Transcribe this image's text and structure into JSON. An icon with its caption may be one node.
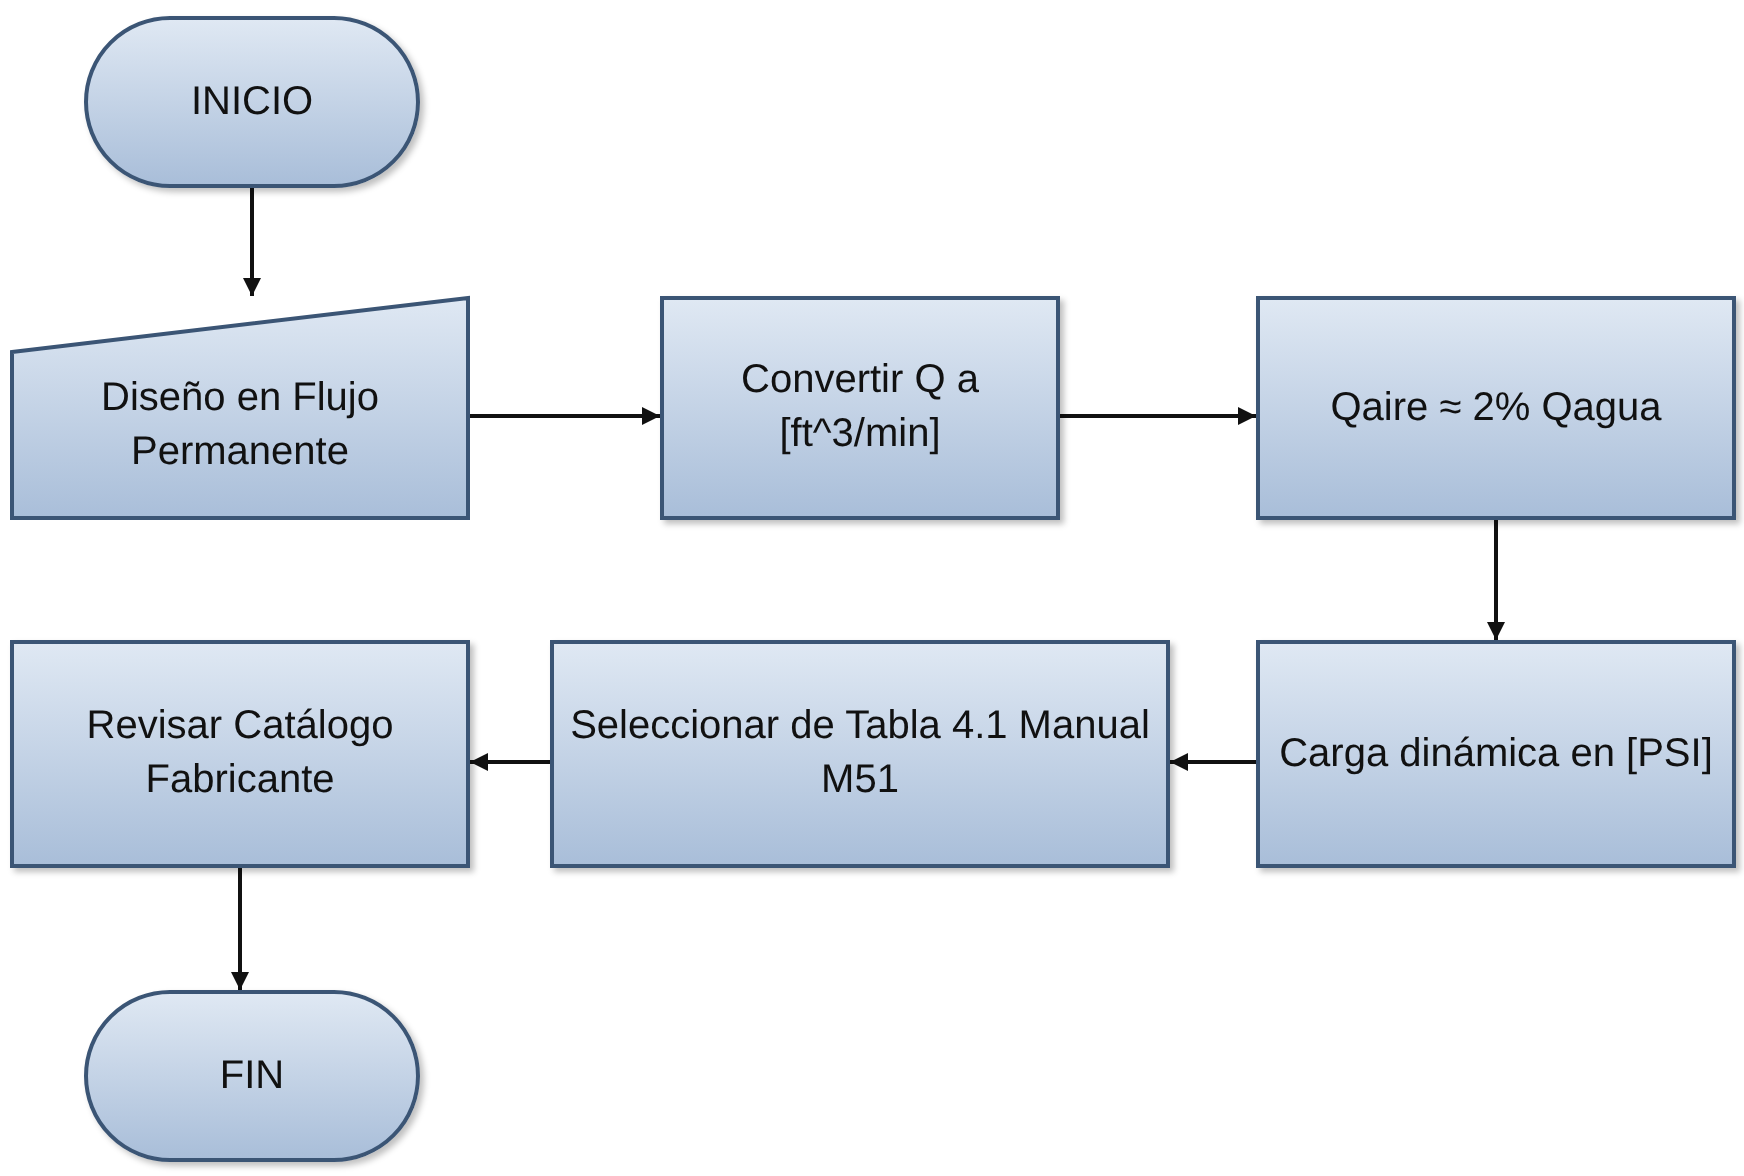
{
  "diagram": {
    "nodes": [
      {
        "text": [
          "INICIO"
        ]
      },
      {
        "text": [
          "Diseño en Flujo Permanente"
        ]
      },
      {
        "text": [
          "Convertir Q a [ft^3/min]"
        ]
      },
      {
        "text": [
          "Qaire ≈ 2% Qagua"
        ]
      },
      {
        "text": [
          "Carga dinámica en [PSI]"
        ]
      },
      {
        "text": [
          "Seleccionar de Tabla 4.1 Manual M51"
        ]
      },
      {
        "text": [
          "Revisar Catálogo Fabricante"
        ]
      },
      {
        "text": [
          "FIN"
        ]
      }
    ],
    "edges": [
      {
        "from": 0,
        "to": 1,
        "arrow": "to"
      },
      {
        "from": 1,
        "to": 2,
        "arrow": "to"
      },
      {
        "from": 2,
        "to": 3,
        "arrow": "to"
      },
      {
        "from": 3,
        "to": 4,
        "arrow": "to"
      },
      {
        "from": 4,
        "to": 5,
        "arrow": "to"
      },
      {
        "from": 5,
        "to": 6,
        "arrow": "to"
      },
      {
        "from": 6,
        "to": 7,
        "arrow": "to"
      }
    ]
  }
}
